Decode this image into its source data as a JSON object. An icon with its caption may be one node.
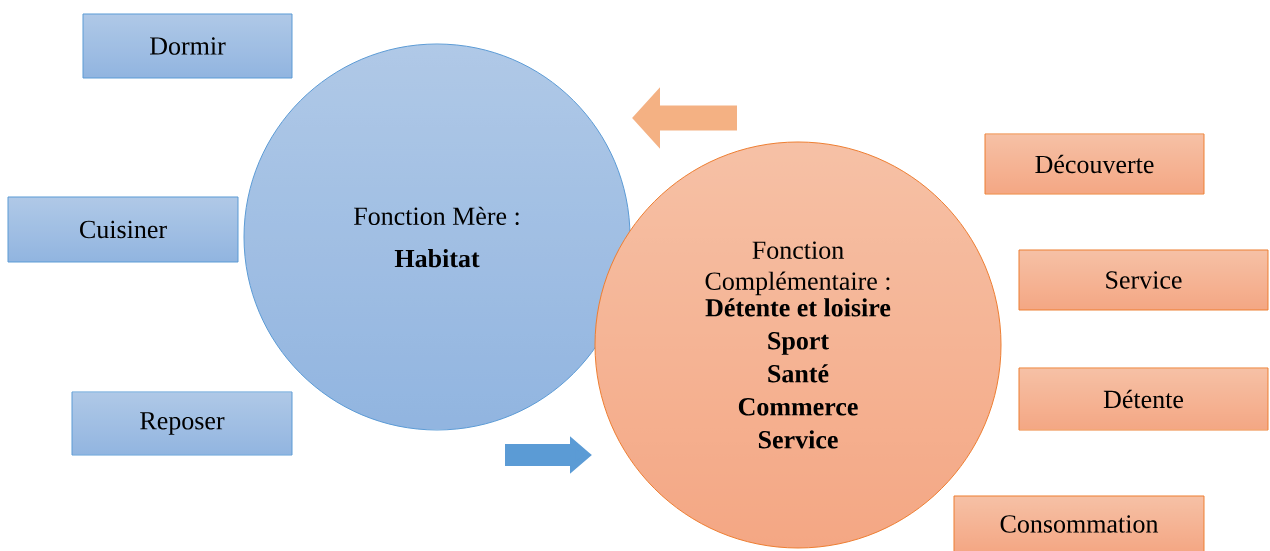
{
  "diagram": {
    "nodes": [
      {
        "text": [
          "Dormir"
        ]
      },
      {
        "text": [
          "Cuisiner"
        ]
      },
      {
        "text": [
          "Reposer"
        ]
      },
      {
        "text": [
          "Fonction Mère :",
          "Habitat"
        ]
      },
      {
        "text": [
          "Fonction Complémentaire :",
          "Détente et loisire",
          "Sport",
          "Santé",
          "Commerce",
          "Service"
        ]
      },
      {
        "text": [
          "Découverte"
        ]
      },
      {
        "text": [
          "Service"
        ]
      },
      {
        "text": [
          "Détente"
        ]
      },
      {
        "text": [
          "Consommation"
        ]
      }
    ]
  }
}
